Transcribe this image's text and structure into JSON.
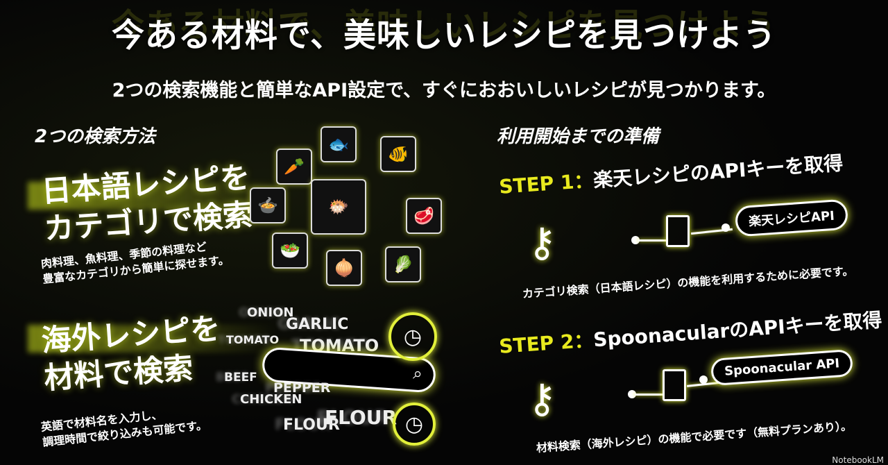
{
  "header": {
    "title": "今ある材料で、美味しいレシピを見つけよう",
    "subtitle": "2つの検索機能と簡単なAPI設定で、すぐにおおいしいレシピが見つかります。"
  },
  "left": {
    "section_title": "2つの検索方法",
    "method1": {
      "title_line1": "日本語レシピを",
      "title_line2": "カテゴリで検索",
      "desc_line1": "肉料理、魚料理、季節の料理など",
      "desc_line2": "豊富なカテゴリから簡単に探せます。"
    },
    "method2": {
      "title_line1": "海外レシピを",
      "title_line2": "材料で検索",
      "desc_line1": "英語で材料名を入力し、",
      "desc_line2": "調理時間で絞り込みも可能です。"
    },
    "ingredients": [
      "ONION",
      "GARLIC",
      "TOMATO",
      "TOMATO",
      "BEEF",
      "PEPPER",
      "CHICKEN",
      "FLOUR",
      "FLOUR"
    ]
  },
  "right": {
    "section_title": "利用開始までの準備",
    "step1": {
      "label": "STEP 1：",
      "title": "楽天レシピのAPIキーを取得",
      "pill": "楽天レシピAPI",
      "desc": "カテゴリ検索（日本語レシピ）の機能を利用するために必要です。"
    },
    "step2": {
      "label": "STEP 2：",
      "title": "SpoonacularのAPIキーを取得",
      "pill": "Spoonacular API",
      "desc": "材料検索（海外レシピ）の機能で必要です（無料プランあり）。"
    }
  },
  "footer": {
    "brand": "NotebookLM"
  },
  "colors": {
    "accent": "#e8ea1e",
    "background": "#050505"
  }
}
